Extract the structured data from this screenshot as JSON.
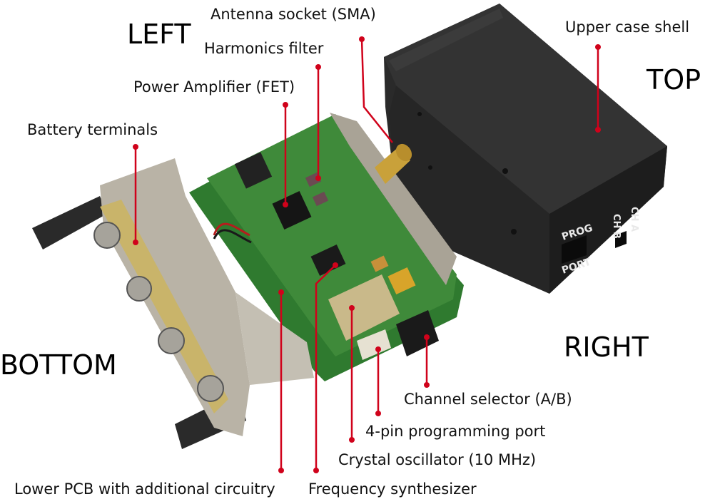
{
  "directions": {
    "left": "LEFT",
    "top": "TOP",
    "bottom": "BOTTOM",
    "right": "RIGHT"
  },
  "callouts": {
    "antenna_socket": "Antenna socket (SMA)",
    "harmonics_filter": "Harmonics filter",
    "power_amplifier": "Power Amplifier (FET)",
    "battery_terminals": "Battery terminals",
    "upper_case_shell": "Upper case shell",
    "channel_selector": "Channel selector (A/B)",
    "programming_port": "4-pin programming port",
    "crystal_oscillator": "Crystal oscillator (10 MHz)",
    "lower_pcb": "Lower PCB with additional circuitry",
    "frequency_synthesizer": "Frequency synthesizer"
  },
  "case_markings": {
    "prog": "PROG",
    "port": "PORT",
    "ch_a": "CH A",
    "ch_b": "CH B"
  },
  "colors": {
    "leader_line": "#d0021b",
    "pcb_green": "#3f8a3a",
    "case_black": "#232323",
    "bracket_metal": "#b9b3a6"
  }
}
